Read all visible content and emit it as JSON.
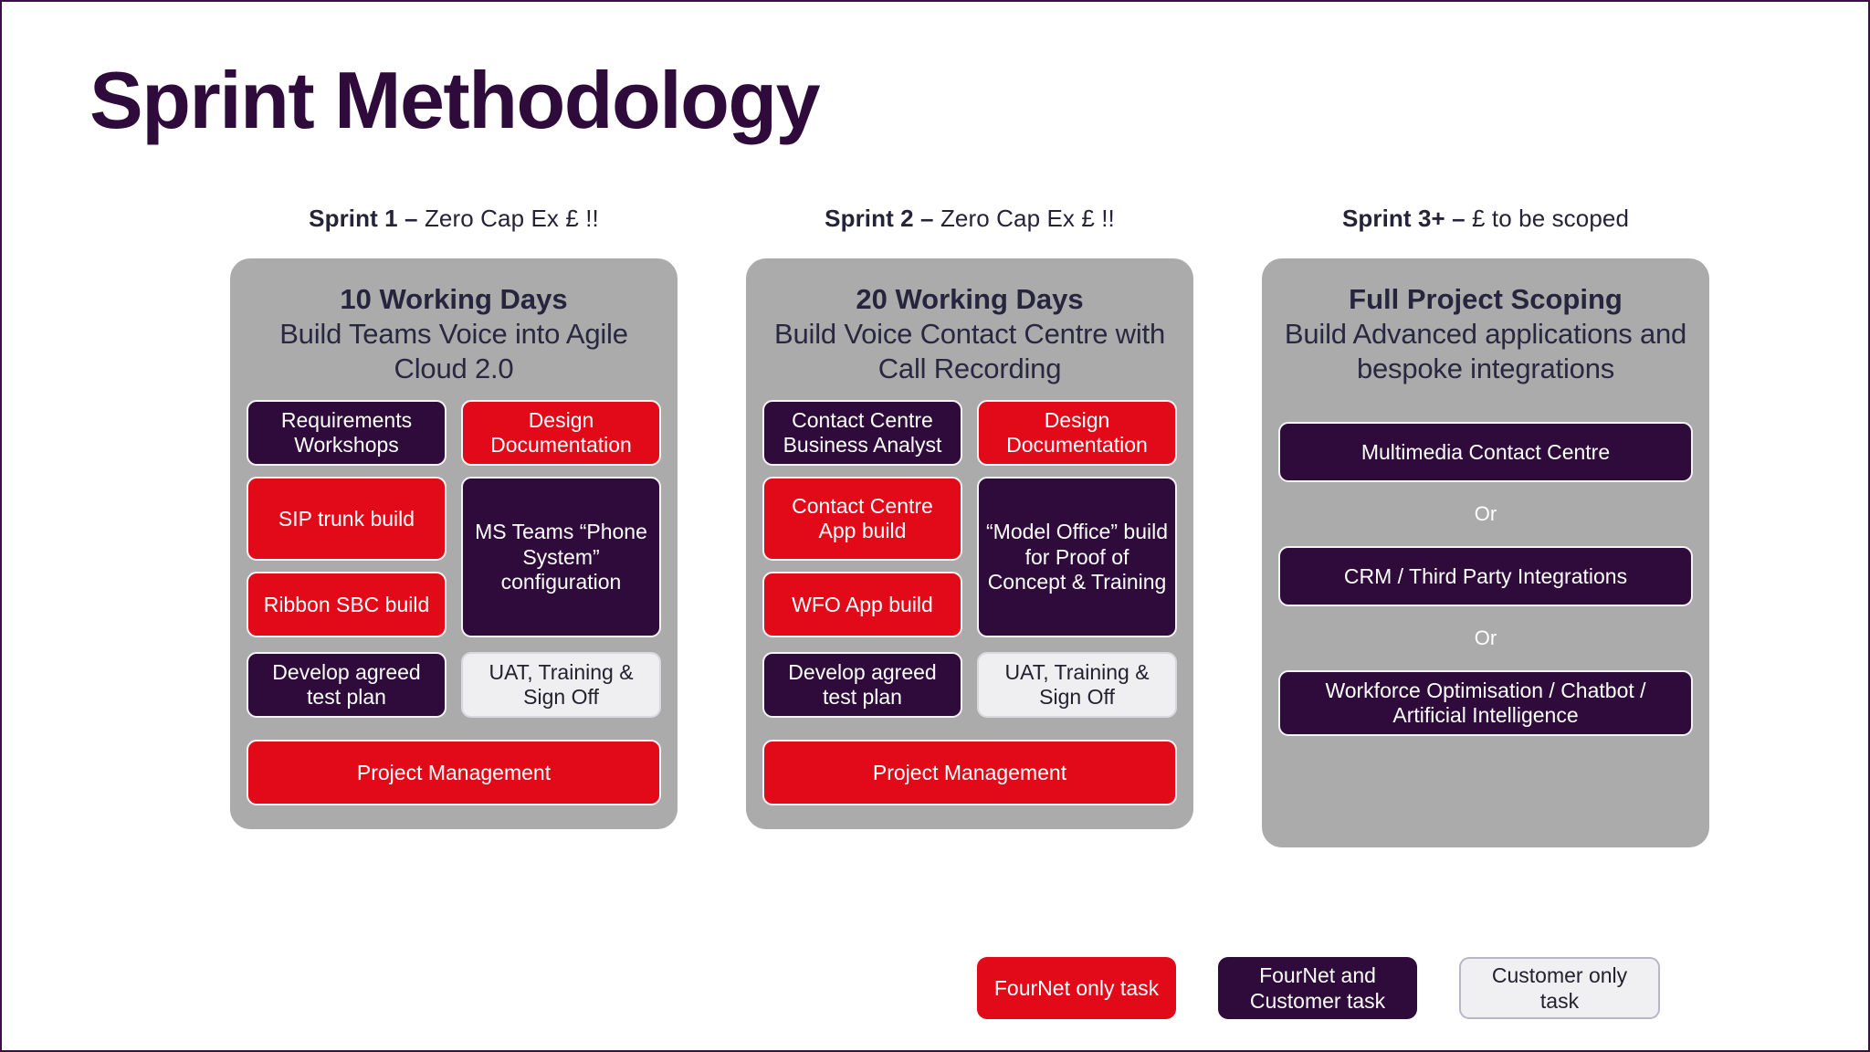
{
  "page_title": "Sprint Methodology",
  "colors": {
    "title_purple": "#2E0B3A",
    "task_red": "#E20A18",
    "task_purple": "#2E0B3A",
    "task_light": "#EFEFF2",
    "card_gray": "#ABABAB",
    "frame_border": "#3B1045",
    "background": "#FFFFFF"
  },
  "columns": [
    {
      "sprint_name": "Sprint 1 –",
      "sprint_detail": " Zero Cap Ex £ !!",
      "days": "10 Working Days",
      "description": "Build Teams Voice into Agile Cloud 2.0",
      "tasks": {
        "a": "Requirements Workshops",
        "b": "Design Documentation",
        "c": "SIP trunk build",
        "d": "Ribbon SBC build",
        "tall": "MS Teams “Phone System” configuration",
        "e": "Develop agreed test plan",
        "f": "UAT, Training & Sign Off",
        "bar": "Project Management"
      }
    },
    {
      "sprint_name": "Sprint 2 –",
      "sprint_detail": " Zero Cap Ex £ !!",
      "days": "20 Working Days",
      "description": "Build Voice Contact Centre with Call Recording",
      "tasks": {
        "a": "Contact Centre Business Analyst",
        "b": "Design Documentation",
        "c": "Contact Centre App build",
        "d": "WFO App build",
        "tall": "“Model Office” build for Proof of Concept & Training",
        "e": "Develop agreed test plan",
        "f": "UAT, Training & Sign Off",
        "bar": "Project Management"
      }
    },
    {
      "sprint_name": "Sprint 3+ –",
      "sprint_detail": " £ to be scoped",
      "days": "Full Project Scoping",
      "description": "Build Advanced applications and bespoke integrations",
      "options": [
        "Multimedia Contact Centre",
        "CRM / Third Party Integrations",
        "Workforce Optimisation / Chatbot / Artificial Intelligence"
      ],
      "or_label_1": "Or",
      "or_label_2": "Or"
    }
  ],
  "legend": [
    {
      "label": "FourNet only task",
      "type": "red"
    },
    {
      "label": "FourNet and Customer task",
      "type": "purple"
    },
    {
      "label": "Customer only task",
      "type": "light"
    }
  ]
}
